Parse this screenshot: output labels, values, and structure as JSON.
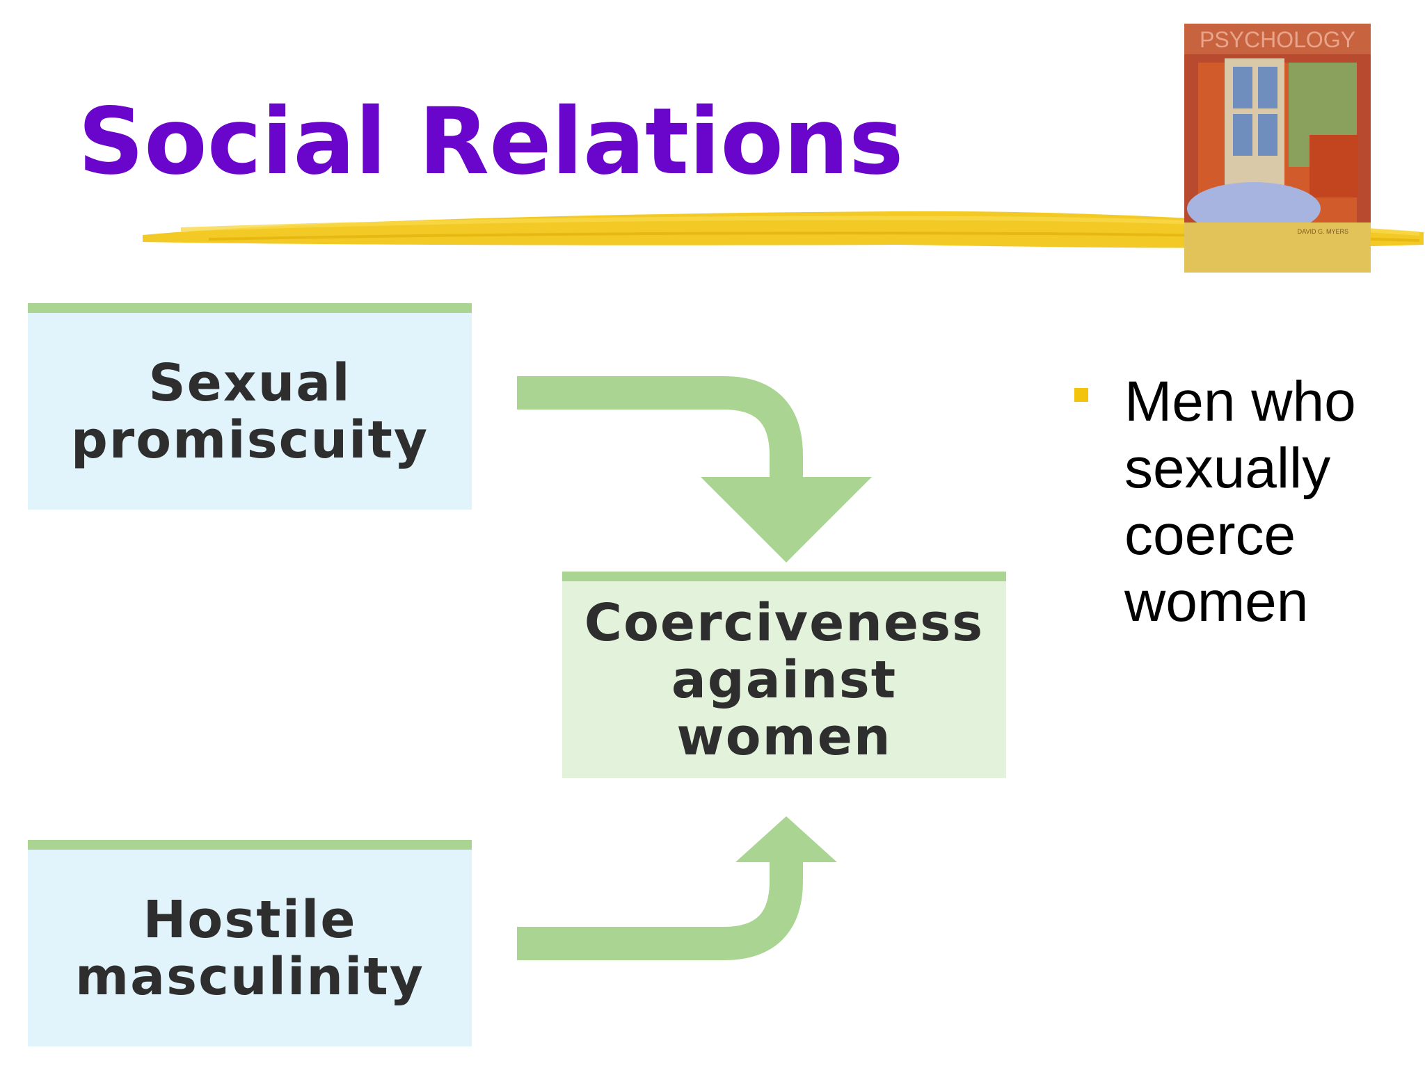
{
  "slide": {
    "title": "Social Relations"
  },
  "book_cover": {
    "title": "PSYCHOLOGY",
    "author": "DAVID G. MYERS"
  },
  "diagram": {
    "nodes": {
      "promiscuity": "Sexual\npromiscuity",
      "masculinity": "Hostile\nmasculinity",
      "coerciveness": "Coerciveness\nagainst\nwomen"
    },
    "edges": [
      {
        "from": "promiscuity",
        "to": "coerciveness"
      },
      {
        "from": "masculinity",
        "to": "coerciveness"
      }
    ]
  },
  "bullet": {
    "text": "Men who\nsexually\ncoerce\nwomen"
  },
  "colors": {
    "title": "#6a06cc",
    "brush": "#f2c40d",
    "box_border": "#a9d491",
    "box_blue": "#e1f3fb",
    "box_green": "#e3f2db",
    "arrow": "#a9d491",
    "bullet_marker": "#f2c40d"
  }
}
